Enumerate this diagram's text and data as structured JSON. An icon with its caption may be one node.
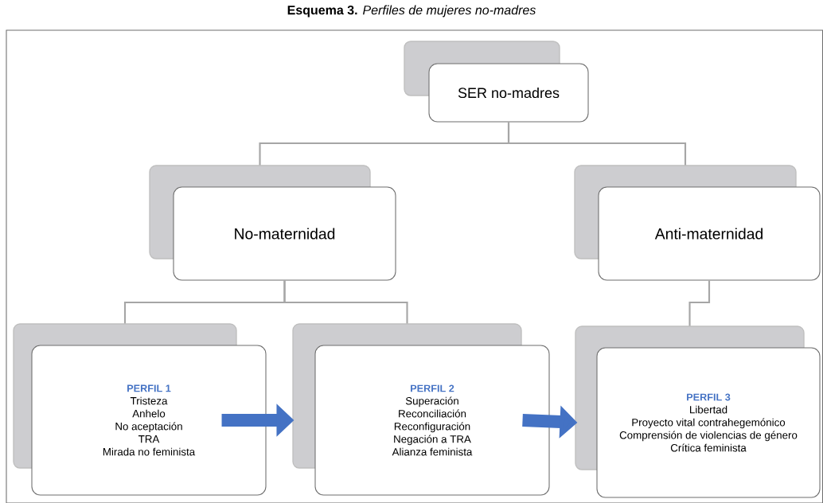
{
  "diagram": {
    "title": "**Esquema 3.** *Perfiles de mujeres no-madres*",
    "nodes": [
      {
        "text": [
          "SER no-madres"
        ]
      },
      {
        "text": [
          "No-maternidad"
        ]
      },
      {
        "text": [
          "Anti-maternidad"
        ]
      },
      {
        "text": [
          "PERFIL 1",
          "Tristeza",
          "Anhelo",
          "No aceptación",
          "TRA",
          "Mirada no feminista"
        ]
      },
      {
        "text": [
          "PERFIL 2",
          "Superación",
          "Reconciliación",
          "Reconfiguración",
          "Negación a TRA",
          "Alianza feminista"
        ]
      },
      {
        "text": [
          "PERFIL 3",
          "Libertad",
          "Proyecto vital contrahegemónico",
          "Comprensión de violencias de género",
          "Crítica feminista"
        ]
      }
    ],
    "edges": [
      {
        "from": 0,
        "to": 1,
        "arrow": "none"
      },
      {
        "from": 0,
        "to": 2,
        "arrow": "none"
      },
      {
        "from": 1,
        "to": 3,
        "arrow": "none"
      },
      {
        "from": 1,
        "to": 4,
        "arrow": "none"
      },
      {
        "from": 2,
        "to": 5,
        "arrow": "none"
      },
      {
        "from": 3,
        "to": 4,
        "arrow": "to",
        "style": "thick",
        "color": "#4472c4"
      },
      {
        "from": 4,
        "to": 5,
        "arrow": "to",
        "style": "thick",
        "color": "#4472c4"
      }
    ]
  }
}
